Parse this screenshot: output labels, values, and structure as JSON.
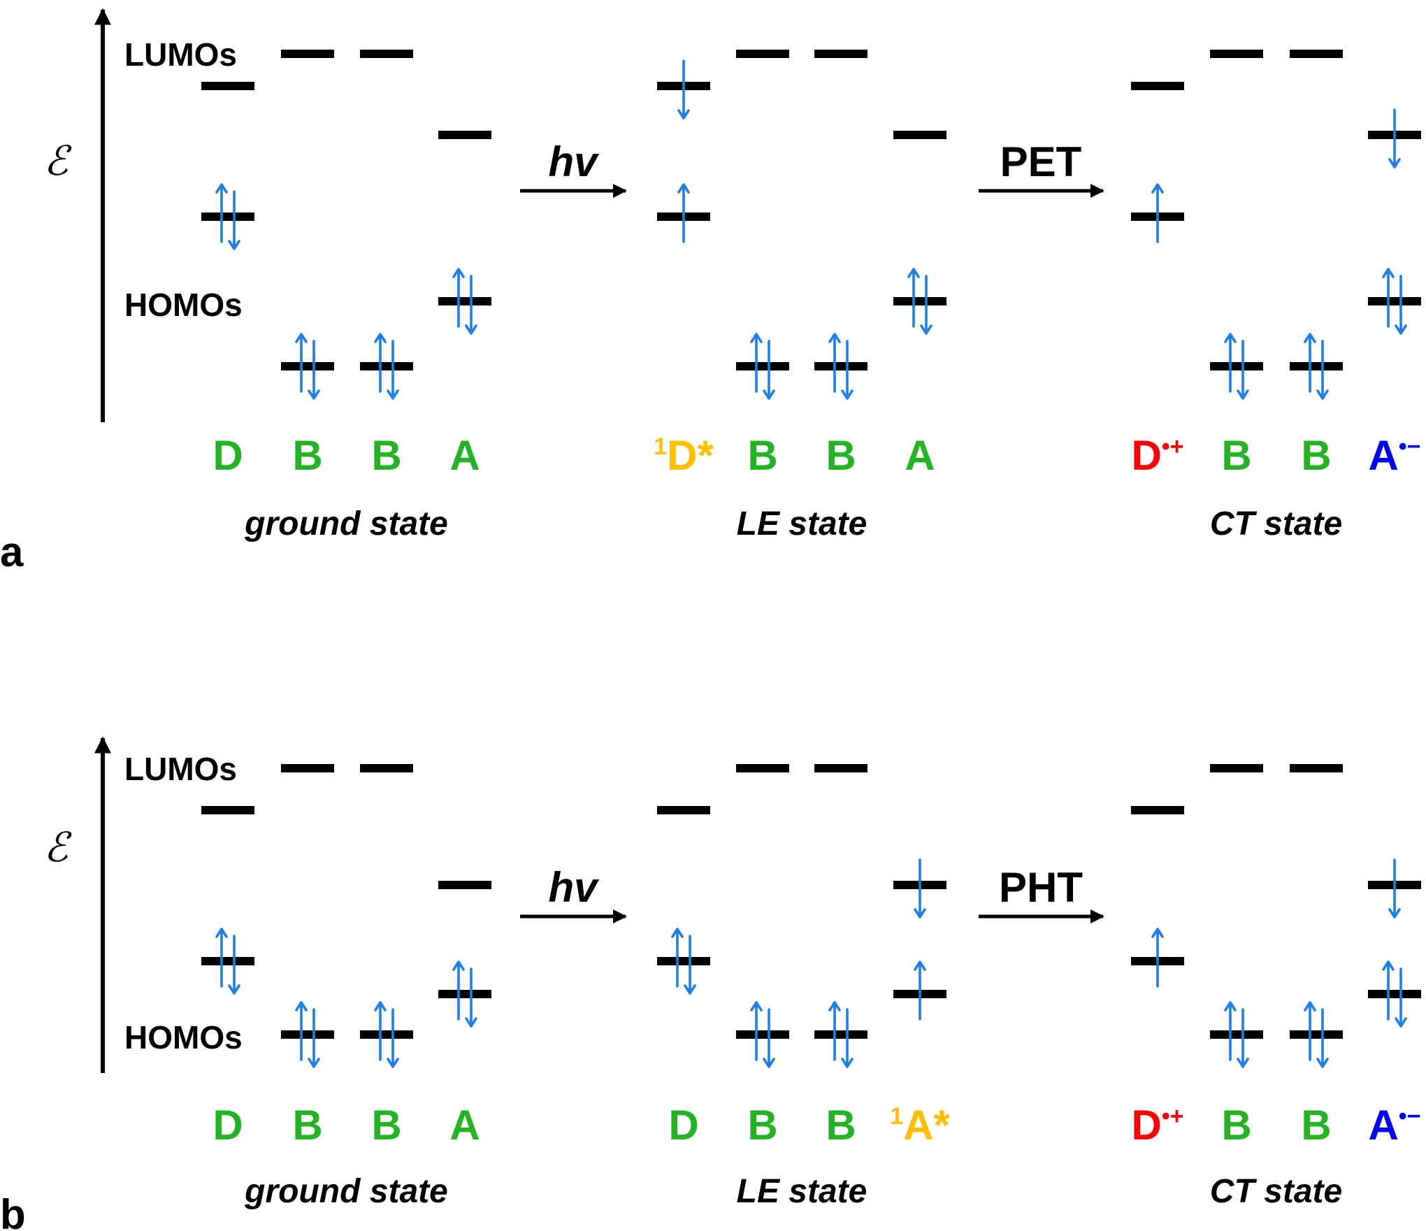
{
  "colors": {
    "neutral": "#22b422",
    "excited": "#ffbf00",
    "cation": "#ff0000",
    "anion": "#0000ee",
    "electron": "#1f7fe8",
    "level": "#000000"
  },
  "panels": [
    {
      "label": "a",
      "axis_symbol": "ℰ",
      "lumo_label": "LUMOs",
      "homo_label": "HOMOs",
      "steps": [
        {
          "text": "hv",
          "italic": true
        },
        {
          "text": "PET",
          "italic": false
        }
      ],
      "states": [
        {
          "name": "ground state",
          "species": [
            {
              "text": "D",
              "sup": "",
              "supPrefix": false,
              "color": "neutral",
              "lumo": 0,
              "homo": 2
            },
            {
              "text": "B",
              "sup": "",
              "supPrefix": false,
              "color": "neutral",
              "lumo": 0,
              "homo": 2
            },
            {
              "text": "B",
              "sup": "",
              "supPrefix": false,
              "color": "neutral",
              "lumo": 0,
              "homo": 2
            },
            {
              "text": "A",
              "sup": "",
              "supPrefix": false,
              "color": "neutral",
              "lumo": 0,
              "homo": 2
            }
          ]
        },
        {
          "name": "LE state",
          "species": [
            {
              "text": "D*",
              "sup": "1",
              "supPrefix": true,
              "color": "excited",
              "lumo": 1,
              "homo": 1
            },
            {
              "text": "B",
              "sup": "",
              "supPrefix": false,
              "color": "neutral",
              "lumo": 0,
              "homo": 2
            },
            {
              "text": "B",
              "sup": "",
              "supPrefix": false,
              "color": "neutral",
              "lumo": 0,
              "homo": 2
            },
            {
              "text": "A",
              "sup": "",
              "supPrefix": false,
              "color": "neutral",
              "lumo": 0,
              "homo": 2
            }
          ]
        },
        {
          "name": "CT state",
          "species": [
            {
              "text": "D",
              "sup": "•+",
              "supPrefix": false,
              "color": "cation",
              "lumo": 0,
              "homo": 1
            },
            {
              "text": "B",
              "sup": "",
              "supPrefix": false,
              "color": "neutral",
              "lumo": 0,
              "homo": 2
            },
            {
              "text": "B",
              "sup": "",
              "supPrefix": false,
              "color": "neutral",
              "lumo": 0,
              "homo": 2
            },
            {
              "text": "A",
              "sup": "•−",
              "supPrefix": false,
              "color": "anion",
              "lumo": 1,
              "homo": 2
            }
          ]
        }
      ]
    },
    {
      "label": "b",
      "axis_symbol": "ℰ",
      "lumo_label": "LUMOs",
      "homo_label": "HOMOs",
      "steps": [
        {
          "text": "hv",
          "italic": true
        },
        {
          "text": "PHT",
          "italic": false
        }
      ],
      "states": [
        {
          "name": "ground state",
          "species": [
            {
              "text": "D",
              "sup": "",
              "supPrefix": false,
              "color": "neutral",
              "lumo": 0,
              "homo": 2
            },
            {
              "text": "B",
              "sup": "",
              "supPrefix": false,
              "color": "neutral",
              "lumo": 0,
              "homo": 2
            },
            {
              "text": "B",
              "sup": "",
              "supPrefix": false,
              "color": "neutral",
              "lumo": 0,
              "homo": 2
            },
            {
              "text": "A",
              "sup": "",
              "supPrefix": false,
              "color": "neutral",
              "lumo": 0,
              "homo": 2
            }
          ]
        },
        {
          "name": "LE state",
          "species": [
            {
              "text": "D",
              "sup": "",
              "supPrefix": false,
              "color": "neutral",
              "lumo": 0,
              "homo": 2
            },
            {
              "text": "B",
              "sup": "",
              "supPrefix": false,
              "color": "neutral",
              "lumo": 0,
              "homo": 2
            },
            {
              "text": "B",
              "sup": "",
              "supPrefix": false,
              "color": "neutral",
              "lumo": 0,
              "homo": 2
            },
            {
              "text": "A*",
              "sup": "1",
              "supPrefix": true,
              "color": "excited",
              "lumo": 1,
              "homo": 1
            }
          ]
        },
        {
          "name": "CT state",
          "species": [
            {
              "text": "D",
              "sup": "•+",
              "supPrefix": false,
              "color": "cation",
              "lumo": 0,
              "homo": 1
            },
            {
              "text": "B",
              "sup": "",
              "supPrefix": false,
              "color": "neutral",
              "lumo": 0,
              "homo": 2
            },
            {
              "text": "B",
              "sup": "",
              "supPrefix": false,
              "color": "neutral",
              "lumo": 0,
              "homo": 2
            },
            {
              "text": "A",
              "sup": "•−",
              "supPrefix": false,
              "color": "anion",
              "lumo": 1,
              "homo": 2
            }
          ]
        }
      ]
    }
  ]
}
